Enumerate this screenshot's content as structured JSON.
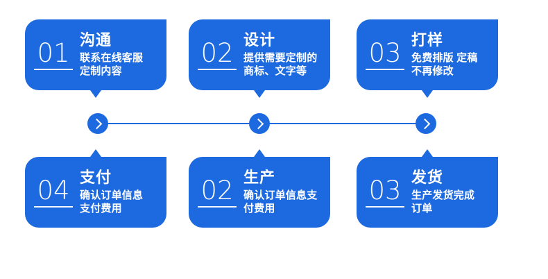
{
  "diagram": {
    "type": "process-flow",
    "theme_color": "#1d6ae0",
    "background_color": "#ffffff",
    "text_color": "#ffffff",
    "steps_top": [
      {
        "number": "01",
        "title": "沟通",
        "desc": "联系在线客服\n定制内容"
      },
      {
        "number": "02",
        "title": "设计",
        "desc": "提供需要定制的\n商标、文字等"
      },
      {
        "number": "03",
        "title": "打样",
        "desc": "免费排版 定稿\n不再修改"
      }
    ],
    "steps_bottom": [
      {
        "number": "04",
        "title": "支付",
        "desc": "确认订单信息\n支付费用"
      },
      {
        "number": "02",
        "title": "生产",
        "desc": "确认订单信息支\n付费用"
      },
      {
        "number": "03",
        "title": "发货",
        "desc": "生产发货完成\n订单"
      }
    ],
    "connector": {
      "markers": [
        "chevron-right-icon",
        "chevron-right-icon",
        "chevron-right-icon"
      ],
      "line_color": "#1d6ae0"
    }
  }
}
